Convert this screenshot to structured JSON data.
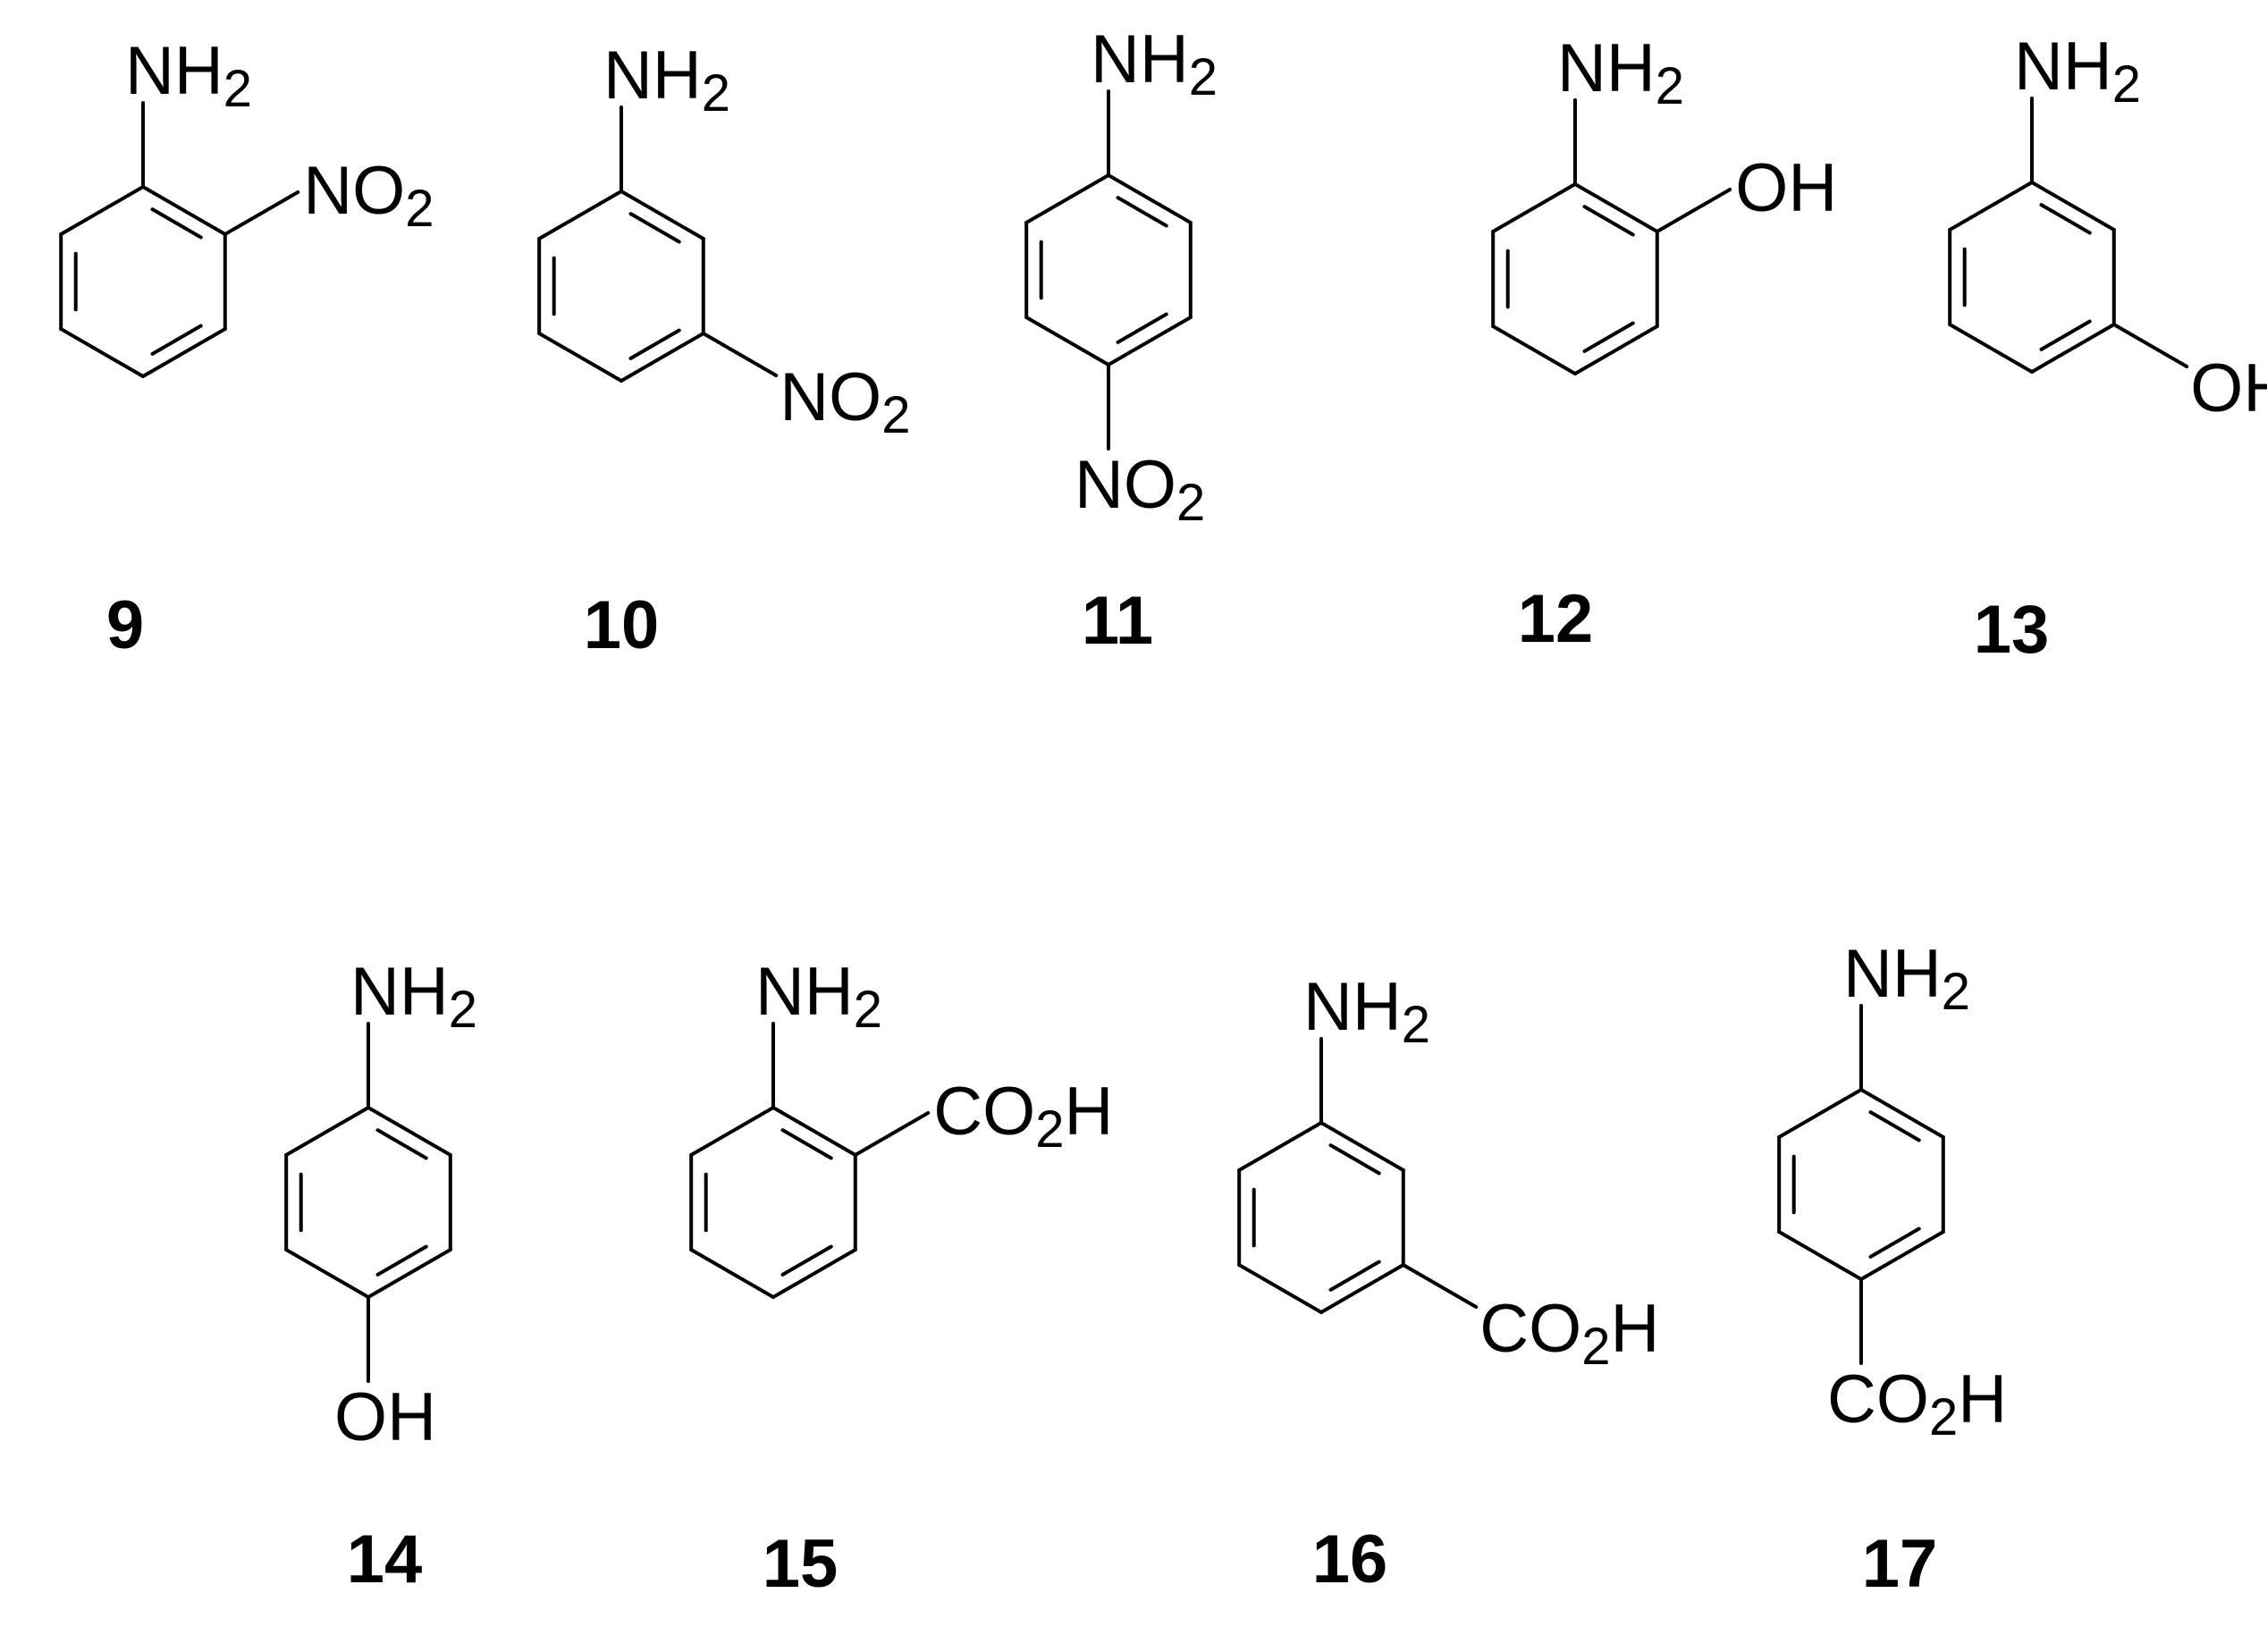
{
  "compounds": [
    {
      "id": "9",
      "top": "NH2",
      "sub": "NO2",
      "position": "ortho"
    },
    {
      "id": "10",
      "top": "NH2",
      "sub": "NO2",
      "position": "meta"
    },
    {
      "id": "11",
      "top": "NH2",
      "sub": "NO2",
      "position": "para"
    },
    {
      "id": "12",
      "top": "NH2",
      "sub": "OH",
      "position": "ortho"
    },
    {
      "id": "13",
      "top": "NH2",
      "sub": "OH",
      "position": "meta"
    },
    {
      "id": "14",
      "top": "NH2",
      "sub": "OH",
      "position": "para"
    },
    {
      "id": "15",
      "top": "NH2",
      "sub": "CO2H",
      "position": "ortho"
    },
    {
      "id": "16",
      "top": "NH2",
      "sub": "CO2H",
      "position": "meta"
    },
    {
      "id": "17",
      "top": "NH2",
      "sub": "CO2H",
      "position": "para"
    }
  ]
}
